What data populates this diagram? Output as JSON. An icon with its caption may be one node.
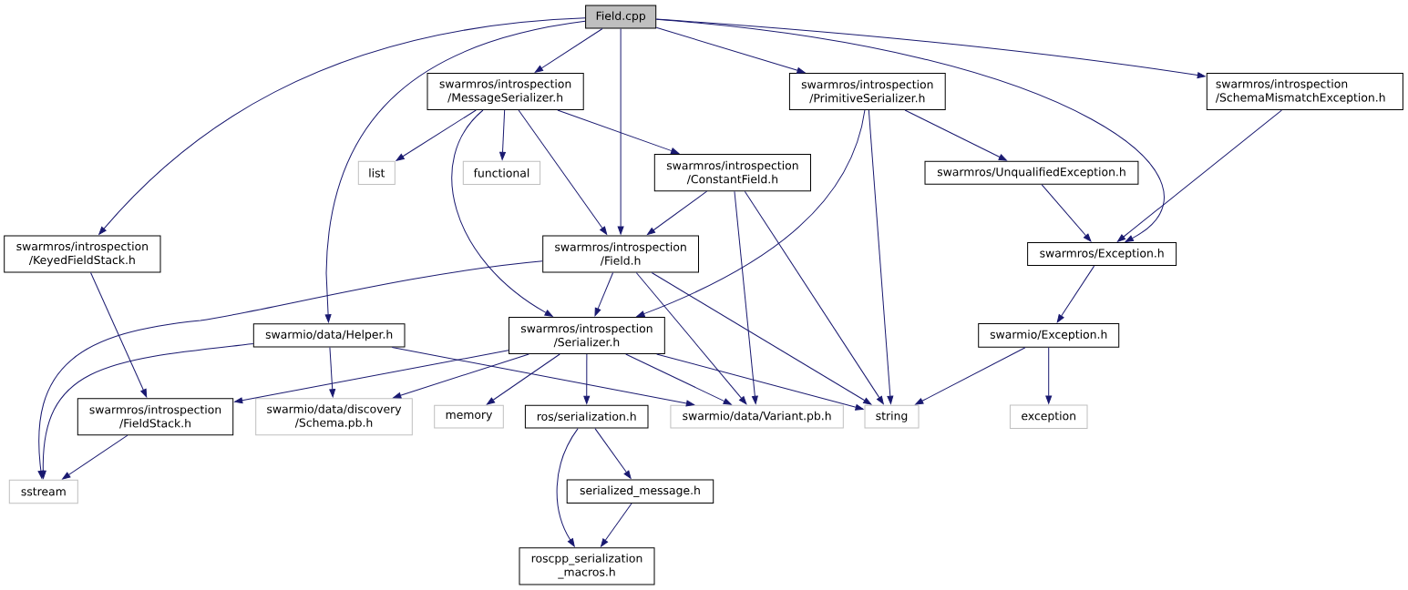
{
  "diagram": {
    "nodes": [
      {
        "text": [
          "Field.cpp"
        ]
      },
      {
        "text": [
          "swarmros/introspection /MessageSerializer.h"
        ]
      },
      {
        "text": [
          "swarmros/introspection /PrimitiveSerializer.h"
        ]
      },
      {
        "text": [
          "swarmros/introspection /SchemaMismatchException.h"
        ]
      },
      {
        "text": [
          "list"
        ]
      },
      {
        "text": [
          "functional"
        ]
      },
      {
        "text": [
          "swarmros/introspection /ConstantField.h"
        ]
      },
      {
        "text": [
          "swarmros/UnqualifiedException.h"
        ]
      },
      {
        "text": [
          "swarmros/introspection /KeyedFieldStack.h"
        ]
      },
      {
        "text": [
          "swarmros/introspection /Field.h"
        ]
      },
      {
        "text": [
          "swarmros/Exception.h"
        ]
      },
      {
        "text": [
          "swarmio/data/Helper.h"
        ]
      },
      {
        "text": [
          "swarmros/introspection /Serializer.h"
        ]
      },
      {
        "text": [
          "swarmio/Exception.h"
        ]
      },
      {
        "text": [
          "swarmros/introspection /FieldStack.h"
        ]
      },
      {
        "text": [
          "swarmio/data/discovery /Schema.pb.h"
        ]
      },
      {
        "text": [
          "memory"
        ]
      },
      {
        "text": [
          "ros/serialization.h"
        ]
      },
      {
        "text": [
          "swarmio/data/Variant.pb.h"
        ]
      },
      {
        "text": [
          "string"
        ]
      },
      {
        "text": [
          "exception"
        ]
      },
      {
        "text": [
          "sstream"
        ]
      },
      {
        "text": [
          "serialized_message.h"
        ]
      },
      {
        "text": [
          "roscpp_serialization _macros.h"
        ]
      }
    ],
    "edges": [
      {
        "from": 0,
        "to": 1,
        "arrow": "to"
      },
      {
        "from": 0,
        "to": 2,
        "arrow": "to"
      },
      {
        "from": 0,
        "to": 3,
        "arrow": "to"
      },
      {
        "from": 0,
        "to": 8,
        "arrow": "to"
      },
      {
        "from": 0,
        "to": 11,
        "arrow": "to"
      },
      {
        "from": 0,
        "to": 9,
        "arrow": "to"
      },
      {
        "from": 0,
        "to": 10,
        "arrow": "to"
      },
      {
        "from": 1,
        "to": 4,
        "arrow": "to"
      },
      {
        "from": 1,
        "to": 5,
        "arrow": "to"
      },
      {
        "from": 1,
        "to": 6,
        "arrow": "to"
      },
      {
        "from": 1,
        "to": 9,
        "arrow": "to"
      },
      {
        "from": 1,
        "to": 12,
        "arrow": "to"
      },
      {
        "from": 2,
        "to": 7,
        "arrow": "to"
      },
      {
        "from": 2,
        "to": 12,
        "arrow": "to"
      },
      {
        "from": 2,
        "to": 19,
        "arrow": "to"
      },
      {
        "from": 3,
        "to": 10,
        "arrow": "to"
      },
      {
        "from": 6,
        "to": 9,
        "arrow": "to"
      },
      {
        "from": 6,
        "to": 18,
        "arrow": "to"
      },
      {
        "from": 6,
        "to": 19,
        "arrow": "to"
      },
      {
        "from": 7,
        "to": 10,
        "arrow": "to"
      },
      {
        "from": 8,
        "to": 14,
        "arrow": "to"
      },
      {
        "from": 9,
        "to": 21,
        "arrow": "to"
      },
      {
        "from": 9,
        "to": 12,
        "arrow": "to"
      },
      {
        "from": 9,
        "to": 18,
        "arrow": "to"
      },
      {
        "from": 9,
        "to": 19,
        "arrow": "to"
      },
      {
        "from": 10,
        "to": 13,
        "arrow": "to"
      },
      {
        "from": 11,
        "to": 21,
        "arrow": "to"
      },
      {
        "from": 11,
        "to": 15,
        "arrow": "to"
      },
      {
        "from": 11,
        "to": 18,
        "arrow": "to"
      },
      {
        "from": 12,
        "to": 14,
        "arrow": "to"
      },
      {
        "from": 12,
        "to": 15,
        "arrow": "to"
      },
      {
        "from": 12,
        "to": 16,
        "arrow": "to"
      },
      {
        "from": 12,
        "to": 17,
        "arrow": "to"
      },
      {
        "from": 12,
        "to": 18,
        "arrow": "to"
      },
      {
        "from": 12,
        "to": 19,
        "arrow": "to"
      },
      {
        "from": 13,
        "to": 19,
        "arrow": "to"
      },
      {
        "from": 13,
        "to": 20,
        "arrow": "to"
      },
      {
        "from": 14,
        "to": 21,
        "arrow": "to"
      },
      {
        "from": 17,
        "to": 22,
        "arrow": "to"
      },
      {
        "from": 17,
        "to": 23,
        "arrow": "to"
      },
      {
        "from": 22,
        "to": 23,
        "arrow": "to"
      }
    ]
  }
}
